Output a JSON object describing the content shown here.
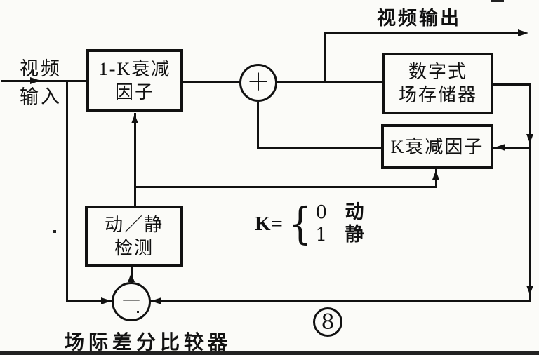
{
  "colors": {
    "ink": "#111111",
    "paper": "#fbfbf8"
  },
  "labels": {
    "video_input_l1": "视频",
    "video_input_l2": "输入",
    "video_output": "视频输出",
    "comparator_caption": "场际差分比较器",
    "figure_number": "8"
  },
  "blocks": {
    "one_minus_k": {
      "l1": "1-K衰减",
      "l2": "因子"
    },
    "field_memory": {
      "l1": "数字式",
      "l2": "场存储器"
    },
    "k_attenuator": {
      "label": "K衰减因子"
    },
    "motion_detector": {
      "l1": "动／静",
      "l2": "检测"
    }
  },
  "nodes": {
    "adder": "+",
    "subtractor": "—"
  },
  "formula": {
    "lhs": "K=",
    "brace": "{",
    "cases": [
      {
        "value": "0",
        "label": "动"
      },
      {
        "value": "1",
        "label": "静"
      }
    ]
  }
}
